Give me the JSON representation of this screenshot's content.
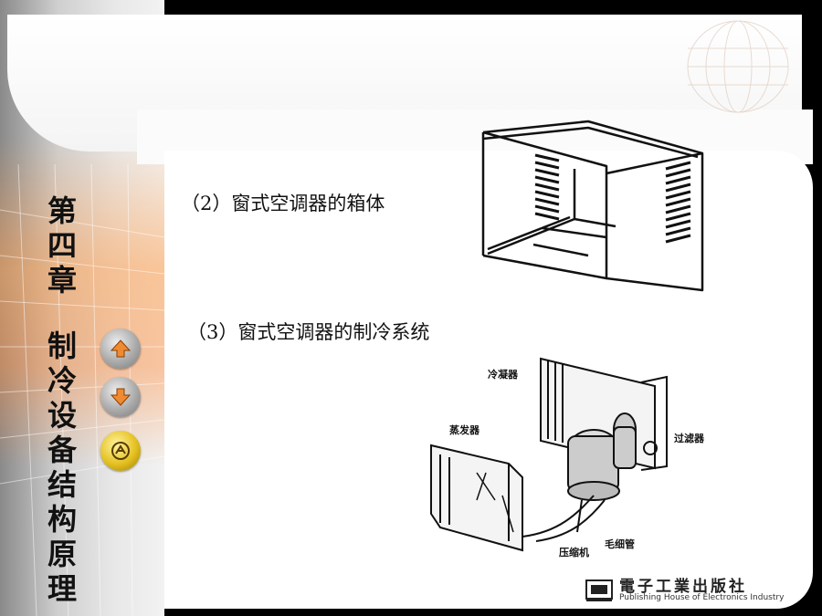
{
  "sidebar": {
    "chapter_title_part1": [
      "第",
      "四",
      "章"
    ],
    "chapter_title_part2": [
      "制",
      "冷",
      "设",
      "备",
      "结",
      "构",
      "原",
      "理"
    ]
  },
  "nav": {
    "up": "up-arrow-icon",
    "down": "down-arrow-icon",
    "home": "home-icon"
  },
  "content": {
    "item2": "（2）窗式空调器的箱体",
    "item3": "（3）窗式空调器的制冷系统"
  },
  "figure_labels": {
    "condenser": "冷凝器",
    "evaporator": "蒸发器",
    "filter": "过滤器",
    "capillary": "毛细管",
    "compressor": "压缩机"
  },
  "publisher": {
    "name_cn": "電子工業出版社",
    "name_en": "Publishing House of Electronics Industry"
  },
  "colors": {
    "accent_orange": "#f08a30",
    "background": "#000000",
    "panel": "#ffffff"
  }
}
